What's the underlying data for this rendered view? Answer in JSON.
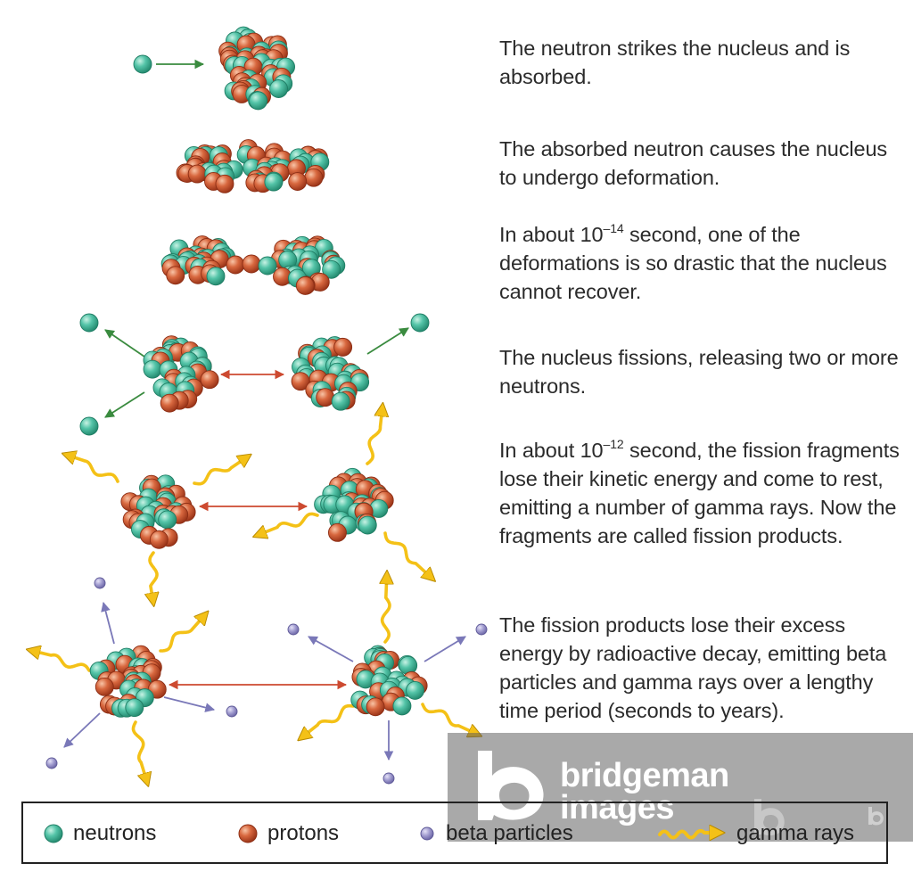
{
  "steps": [
    {
      "text": "The neutron strikes the nucleus and is absorbed."
    },
    {
      "text": "The absorbed neutron causes the nucleus to undergo deformation."
    },
    {
      "pre": "In about 10",
      "sup": "–14",
      "post": " second, one of the deformations is so drastic that the nucleus cannot recover."
    },
    {
      "text": "The nucleus fissions, releasing two or more neutrons."
    },
    {
      "pre": "In about 10",
      "sup": "–12",
      "post": " second, the fission fragments lose their kinetic energy and come to rest, emitting a number of gamma rays. Now the fragments are called fission products."
    },
    {
      "text": "The fission products lose their excess energy by radioactive decay, emitting beta particles and gamma rays over a lengthy time period (seconds to years)."
    }
  ],
  "legend": {
    "neutrons": "neutrons",
    "protons": "protons",
    "beta": "beta particles",
    "gamma": "gamma rays"
  },
  "watermark": {
    "line1": "bridgeman",
    "line2": "images"
  },
  "colors": {
    "neutron": "#4fc1a4",
    "proton": "#d4613f",
    "beta": "#9f9acd",
    "gamma": "#f4c117",
    "neutron_arrow": "#3a8b3f",
    "fragment_arrow": "#cd4a30",
    "beta_arrow": "#7a78b8"
  }
}
